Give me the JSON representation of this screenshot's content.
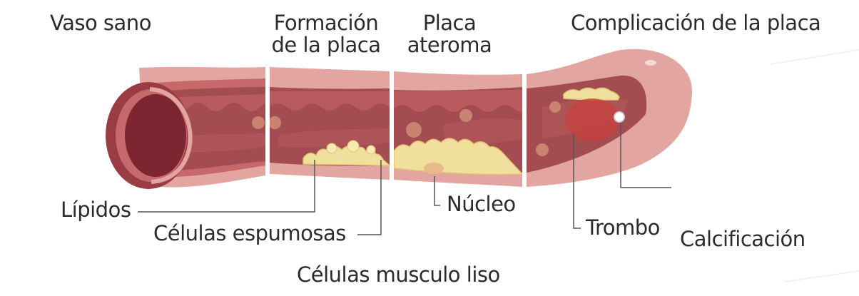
{
  "stages": {
    "s1": "Vaso sano",
    "s2_l1": "Formación",
    "s2_l2": "de la placa",
    "s3_l1": "Placa",
    "s3_l2": "ateroma",
    "s4": "Complicación de la placa"
  },
  "labels": {
    "lipids": "Lípidos",
    "foam_cells": "Células espumosas",
    "smooth_muscle": "Células musculo liso",
    "core": "Núcleo",
    "thrombus": "Trombo",
    "calcification": "Calcificación"
  },
  "colors": {
    "outer_wall": "#e3a59f",
    "lumen": "#a34d52",
    "plaque": "#f1df9e",
    "thrombus": "#c8403c",
    "leader": "#555555"
  }
}
